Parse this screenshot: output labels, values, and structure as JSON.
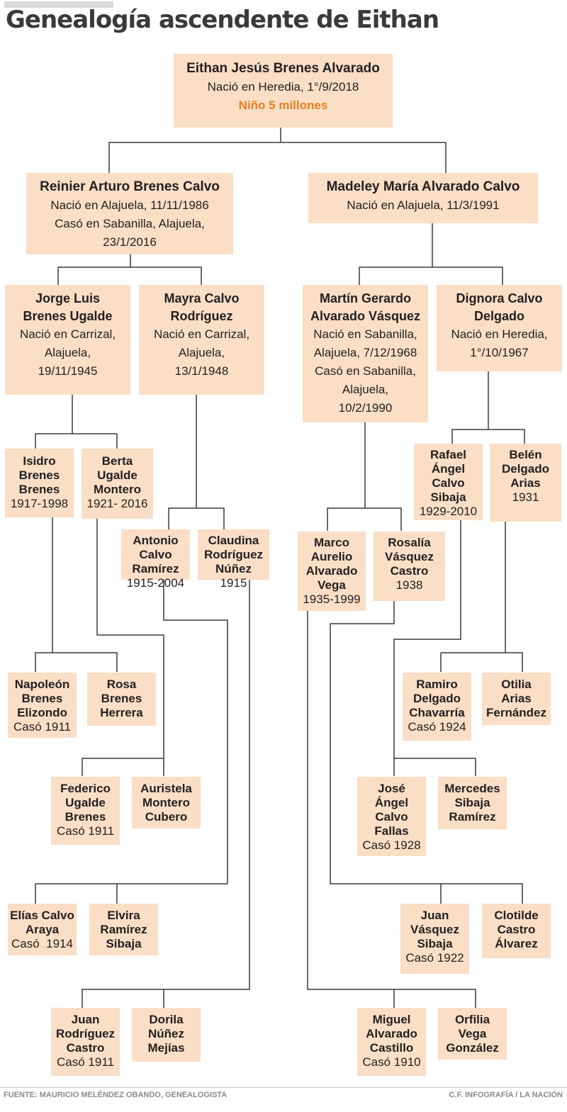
{
  "title": "Genealogía ascendente de Eithan",
  "accent_color": "#e8801e",
  "box_color": "#fadec6",
  "persons": {
    "eithan": {
      "name": "Eithan Jesús Brenes Alvarado",
      "info": [
        "Nació en Heredia, 1°/9/2018"
      ],
      "highlight": "Niño 5 millones"
    },
    "reinier": {
      "name": "Reinier Arturo Brenes Calvo",
      "info": [
        "Nació en Alajuela, 11/11/1986",
        "Casó en Sabanilla, Alajuela,",
        "23/1/2016"
      ]
    },
    "madeley": {
      "name": "Madeley María Alvarado Calvo",
      "info": [
        "Nació en Alajuela, 11/3/1991"
      ]
    },
    "jorge": {
      "name_lines": [
        "Jorge Luis",
        "Brenes Ugalde"
      ],
      "info": [
        "Nació en Carrizal,",
        "Alajuela,",
        "19/11/1945"
      ]
    },
    "mayra": {
      "name_lines": [
        "Mayra Calvo",
        "Rodríguez"
      ],
      "info": [
        "Nació en Carrizal,",
        "Alajuela,",
        "13/1/1948"
      ]
    },
    "martin": {
      "name_lines": [
        "Martín Gerardo",
        "Alvarado Vásquez"
      ],
      "info": [
        "Nació en Sabanilla,",
        "Alajuela, 7/12/1968",
        "Casó en Sabanilla,",
        "Alajuela,",
        "10/2/1990"
      ]
    },
    "dignora": {
      "name_lines": [
        "Dignora Calvo",
        "Delgado"
      ],
      "info": [
        "Nació en Heredia,",
        "1°/10/1967"
      ]
    },
    "isidro": {
      "name_lines": [
        "Isidro",
        "Brenes",
        "Brenes"
      ],
      "info": [
        "1917-1998"
      ]
    },
    "berta": {
      "name_lines": [
        "Berta",
        "Ugalde",
        "Montero"
      ],
      "info": [
        "1921- 2016"
      ]
    },
    "antonio": {
      "name_lines": [
        "Antonio",
        "Calvo",
        "Ramírez"
      ],
      "info": [
        "1915-2004"
      ]
    },
    "claudina": {
      "name_lines": [
        "Claudina",
        "Rodríguez",
        "Núñez"
      ],
      "info": [
        "1915"
      ]
    },
    "marco": {
      "name_lines": [
        "Marco",
        "Aurelio",
        "Alvarado",
        "Vega"
      ],
      "info": [
        "1935-1999"
      ]
    },
    "rosalia": {
      "name_lines": [
        "Rosalía",
        "Vásquez",
        "Castro"
      ],
      "info": [
        "1938"
      ]
    },
    "rafael": {
      "name_lines": [
        "Rafael",
        "Ángel",
        "Calvo",
        "Sibaja"
      ],
      "info": [
        "1929-2010"
      ]
    },
    "belen": {
      "name_lines": [
        "Belén",
        "Delgado",
        "Arias"
      ],
      "info": [
        "1931"
      ]
    },
    "napoleon": {
      "name_lines": [
        "Napoleón",
        "Brenes",
        "Elizondo"
      ],
      "info": [
        "Casó 1911"
      ]
    },
    "rosa": {
      "name_lines": [
        "Rosa",
        "Brenes",
        "Herrera"
      ],
      "info": []
    },
    "federico": {
      "name_lines": [
        "Federico",
        "Ugalde",
        "Brenes"
      ],
      "info": [
        "Casó 1911"
      ]
    },
    "auristela": {
      "name_lines": [
        "Auristela",
        "Montero",
        "Cubero"
      ],
      "info": []
    },
    "elias": {
      "name_lines": [
        "Elías Calvo",
        "Araya"
      ],
      "info": [
        "Casó  1914"
      ]
    },
    "elvira": {
      "name_lines": [
        "Elvira",
        "Ramírez",
        "Sibaja"
      ],
      "info": []
    },
    "juanrod": {
      "name_lines": [
        "Juan",
        "Rodríguez",
        "Castro"
      ],
      "info": [
        "Casó 1911"
      ]
    },
    "dorila": {
      "name_lines": [
        "Dorila",
        "Núñez",
        "Mejías"
      ],
      "info": []
    },
    "ramiro": {
      "name_lines": [
        "Ramiro",
        "Delgado",
        "Chavarría"
      ],
      "info": [
        "Casó 1924"
      ]
    },
    "otilia": {
      "name_lines": [
        "Otilia",
        "Arias",
        "Fernández"
      ],
      "info": []
    },
    "jose": {
      "name_lines": [
        "José",
        "Ángel",
        "Calvo",
        "Fallas"
      ],
      "info": [
        "Casó 1928"
      ]
    },
    "mercedes": {
      "name_lines": [
        "Mercedes",
        "Sibaja",
        "Ramírez"
      ],
      "info": []
    },
    "juanvas": {
      "name_lines": [
        "Juan",
        "Vásquez",
        "Sibaja"
      ],
      "info": [
        "Casó 1922"
      ]
    },
    "clotilde": {
      "name_lines": [
        "Clotilde",
        "Castro",
        "Álvarez"
      ],
      "info": []
    },
    "miguel": {
      "name_lines": [
        "Miguel",
        "Alvarado",
        "Castillo"
      ],
      "info": [
        "Casó 1910"
      ]
    },
    "orfilia": {
      "name_lines": [
        "Orfilia",
        "Vega",
        "González"
      ],
      "info": []
    }
  },
  "footer": {
    "source": "FUENTE: MAURICIO MELÉNDEZ OBANDO, GENEALOGISTA",
    "credit": "C.F. INFOGRAFÍA / LA NACIÓN"
  }
}
